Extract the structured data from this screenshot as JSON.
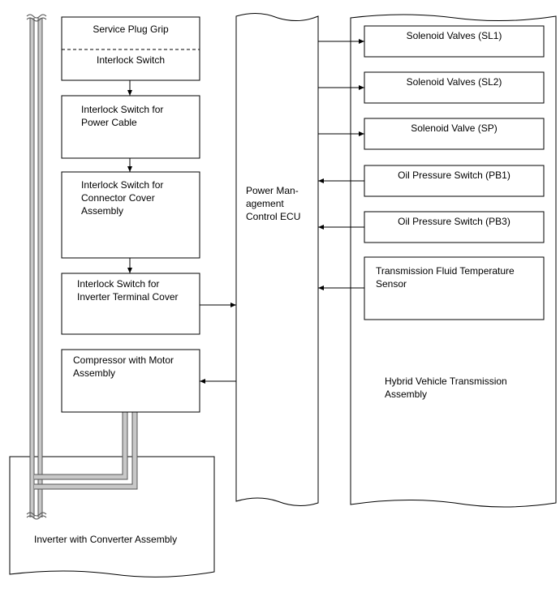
{
  "diagram": {
    "service_plug": {
      "grip_label": "Service Plug Grip",
      "switch_label": "Interlock Switch"
    },
    "interlock_power_cable": {
      "lines": [
        "Interlock Switch for",
        "Power Cable"
      ]
    },
    "interlock_connector_cover": {
      "lines": [
        "Interlock Switch for",
        "Connector Cover",
        "Assembly"
      ]
    },
    "interlock_inverter_cover": {
      "lines": [
        "Interlock Switch for",
        "Inverter Terminal Cover"
      ]
    },
    "compressor": {
      "lines": [
        "Compressor with Motor",
        "Assembly"
      ]
    },
    "inverter": {
      "label": "Inverter with Converter Assembly"
    },
    "ecu": {
      "lines": [
        "Power Man-",
        "agement",
        "Control ECU"
      ]
    },
    "transmission": {
      "lines": [
        "Hybrid Vehicle Transmission",
        "Assembly"
      ],
      "components": [
        {
          "lines": [
            "Solenoid Valves (SL1)"
          ],
          "signal": "output"
        },
        {
          "lines": [
            "Solenoid Valves (SL2)"
          ],
          "signal": "output"
        },
        {
          "lines": [
            "Solenoid Valve (SP)"
          ],
          "signal": "output"
        },
        {
          "lines": [
            "Oil Pressure Switch (PB1)"
          ],
          "signal": "input"
        },
        {
          "lines": [
            "Oil Pressure Switch (PB3)"
          ],
          "signal": "input"
        },
        {
          "lines": [
            "Transmission Fluid Temperature",
            "Sensor"
          ],
          "signal": "input"
        }
      ]
    }
  }
}
